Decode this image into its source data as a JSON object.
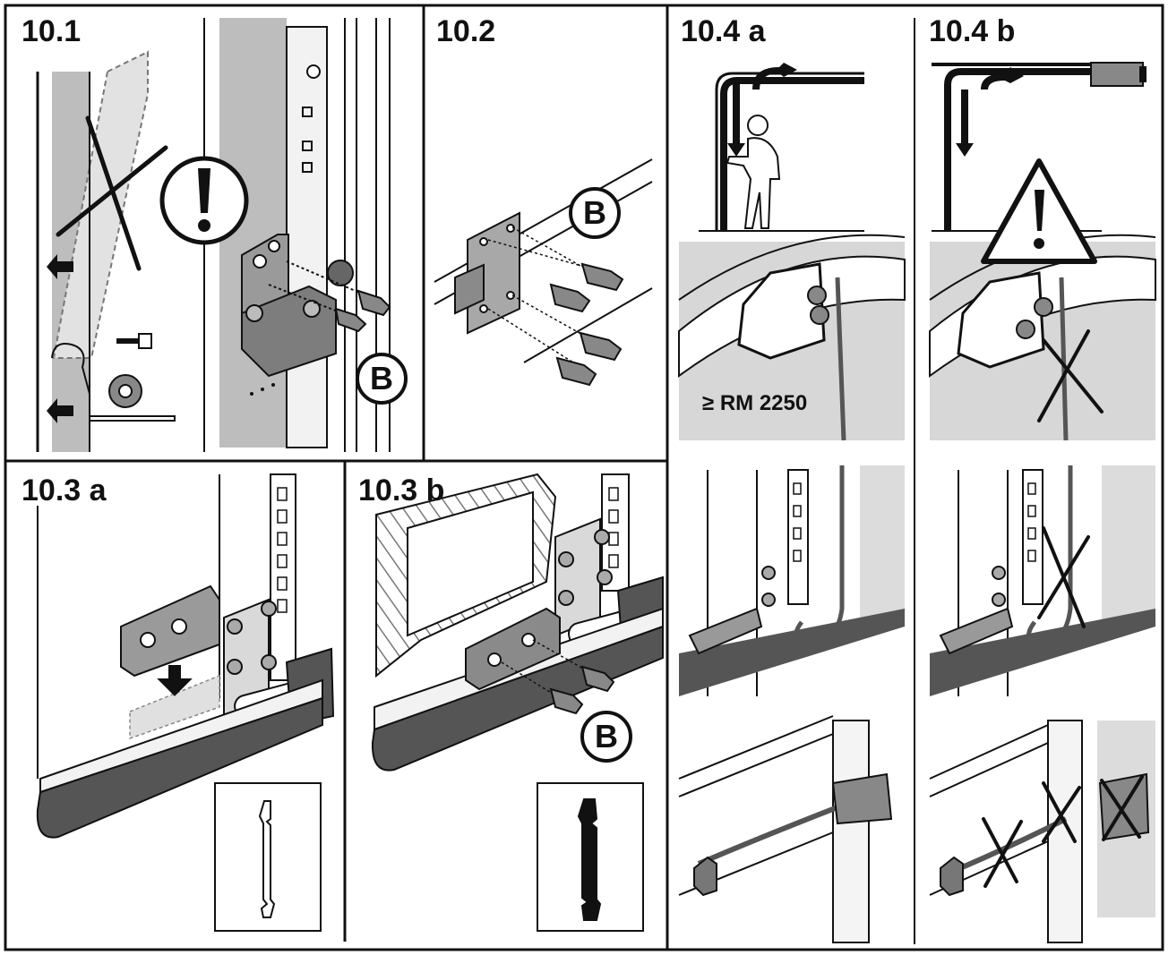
{
  "panels": {
    "p10_1": {
      "label": "10.1"
    },
    "p10_2": {
      "label": "10.2"
    },
    "p10_3a": {
      "label": "10.3 a"
    },
    "p10_3b": {
      "label": "10.3 b"
    },
    "p10_4a": {
      "label": "10.4 a",
      "note": "≥ RM 2250"
    },
    "p10_4b": {
      "label": "10.4 b"
    }
  },
  "callouts": {
    "screw_b": "B"
  },
  "icons": {
    "attention": "exclamation-in-circle-icon",
    "warning": "warning-triangle-icon",
    "wrong": "cross-out-icon",
    "direction": "arrow-icon",
    "battery": "battery-icon"
  },
  "colors": {
    "line": "#111111",
    "panel_grey": "#cfcfcf",
    "seal_dark": "#555555",
    "light_grey": "#e4e4e4"
  }
}
